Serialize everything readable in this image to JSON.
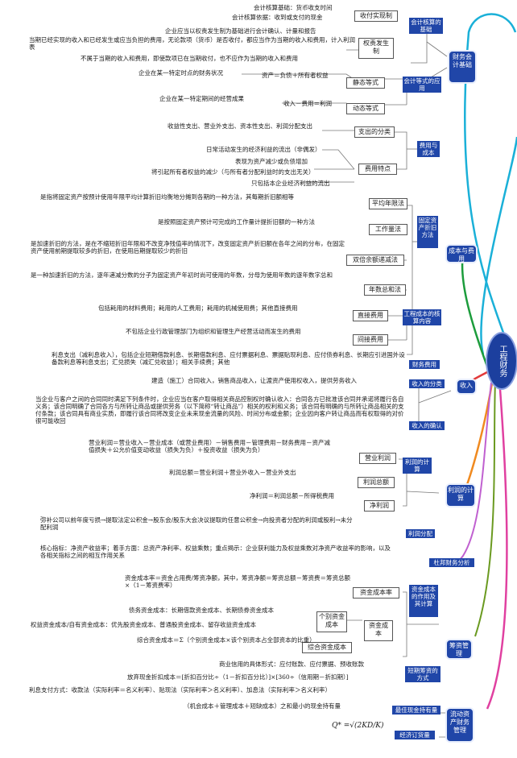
{
  "root": {
    "label": "工程财务"
  },
  "mid": {
    "m1": "财务会计基础",
    "m2": "成本与费用",
    "m3": "收入",
    "m4": "利润的计算",
    "m5": "筹资管理",
    "m6": "流动资产财务管理"
  },
  "blue": {
    "b1": "会计核算的基础",
    "b2": "会计等式的应用",
    "b3": "费用与成本",
    "b4": "固定资产折旧方法",
    "b5": "工程成本的核算内容",
    "b6": "财务费用",
    "b7": "收入的分类",
    "b8": "收入的确认",
    "b9": "利润的计算",
    "b10": "利润分配",
    "b11": "杜邦财务分析",
    "b12": "资金成本的作用及其计算",
    "b13": "短期筹资的方式",
    "b14": "最佳现金持有量",
    "b15": "经济订货量"
  },
  "boxes": {
    "x1": "收付实现制",
    "x2": "权责发生制",
    "x3": "静态等式",
    "x4": "动态等式",
    "x5": "支出的分类",
    "x6": "费用特点",
    "x7": "平均年限法",
    "x8": "工作量法",
    "x9": "双倍余额递减法",
    "x10": "年数总和法",
    "x11": "直接费用",
    "x12": "间接费用",
    "x13": "营业利润",
    "x14": "利润总额",
    "x15": "净利润",
    "x16": "资金成本率",
    "x17": "个别资金成本",
    "x18": "资金成本",
    "x19": "综合资金成本"
  },
  "text": {
    "t1": "会计核算基础：货币收支时间",
    "t2": "会计核算依据：收到或支付的现金",
    "t3": "企业应当以权责发生制为基础进行会计确认、计量和报告",
    "t4": "当期已经实现的收入和已经发生或应当负担的费用，无论款项（货币）是否收付，都应当作为当期的收入和费用，计入利润表",
    "t5": "不属于当期的收入和费用，即使款项已在当期收付，也不应作为当期的收入和费用",
    "t6": "企业在某一特定时点的财务状况",
    "t7": "资产＝负债＋所有者权益",
    "t8": "企业在某一特定期间的经营成果",
    "t9": "收入－费用＝利润",
    "t10": "收益性支出、营业外支出、资本性支出、利润分配支出",
    "t11": "日常活动发生的经济利益的流出（非偶发）",
    "t12": "表现为资产减少或负债增加",
    "t13": "将引起所有者权益的减少（与所有者分配利益时的支出无关）",
    "t14": "只包括本企业经济利益的流出",
    "t15": "是指将固定资产按预计使用年限平均计算折旧均衡地分摊到各期的一种方法，其每期折旧额相等",
    "t16": "是按照固定资产预计可完成的工作量计提折旧额的一种方法",
    "t17": "是加速折旧的方法，是在不缩短折旧年限和不改变净残值率的情况下，改变固定资产折旧额在各年之间的分布，在固定资产使用前期提取较多的折旧，在使用后期提取较少的折旧",
    "t18": "是一种加速折旧的方法，逐年递减分数的分子为固定资产年初时尚可使用的年数，分母为使用年数的逐年数字总和",
    "t19": "包括耗用的材料费用；耗用的人工费用；耗用的机械使用费；其他直接费用",
    "t20": "不包括企业行政管理部门为组织和管理生产经营活动而发生的费用",
    "t21": "利息支出（减利息收入），包括企业短期借款利息、长期借款利息、应付票据利息、票据贴现利息、应付债券利息、长期应引进国外设备款利息等利息支出；汇兑损失（减汇兑收益）；相关手续费；其他",
    "t22": "建造（施工）合同收入，销售商品收入，让渡资产使用权收入，提供劳务收入",
    "t23": "当企业与客户之间的合同同时满足下列条件时，企业应当在客户取得相关商品控制权时确认收入：合同各方已批准该合同并承诺将履行各自义务；该合同明确了合同各方与所转让商品或提供劳务（以下简称“转让商品”）相关的权利和义务；该合同有明确的与所转让商品相关的支付条款；该合同具有商业实质，即履行该合同将改变企业未来现金流量的风险、时间分布或金额；企业因向客户转让商品而有权取得的对价很可能收回",
    "t24": "营业利润＝营业收入－营业成本（或营业费用）－销售费用－管理费用－财务费用－资产减值损失＋公允价值变动收益（损失为负）＋投资收益（损失为负）",
    "t25": "利润总额＝营业利润＋营业外收入－营业外支出",
    "t26": "净利润＝利润总额－所得税费用",
    "t27": "弥补公司以前年度亏损→提取法定公积金→股东会/股东大会决议提取的任意公积金→向投资者分配的利润或股利→未分配利润",
    "t28": "核心指标：净资产收益率；着手方面：总资产净利率、权益乘数；重点揭示：企业获利能力及权益乘数对净资产收益率的影响，以及各相关指标之间的相互作用关系",
    "t29": "资金成本率＝资金占用费/筹资净额，其中，筹资净额＝筹资总额－筹资费＝筹资总额×（1－筹资费率）",
    "t30": "债务资金成本：长期借款资金成本、长期债券资金成本",
    "t31": "权益资金成本/自有资金成本：优先股资金成本、普通股资金成本、留存收益资金成本",
    "t32": "综合资金成本＝Σ（个别资金成本×该个别资本占全部资本的比重）",
    "t33": "商业信用的具体形式：应付账款、应付票据、预收账款",
    "t34": "放弃现金折扣成本＝[折扣百分比÷（1－折扣百分比）]×[360÷（信用期－折扣期）]",
    "t35": "利息支付方式：收款法（实际利率＝名义利率）、贴现法（实际利率＞名义利率）、加息法（实际利率＞名义利率）",
    "t36": "（机会成本＋管理成本＋短缺成本）之和最小的现金持有量",
    "f1": "Q* =√(2KD/K)"
  }
}
